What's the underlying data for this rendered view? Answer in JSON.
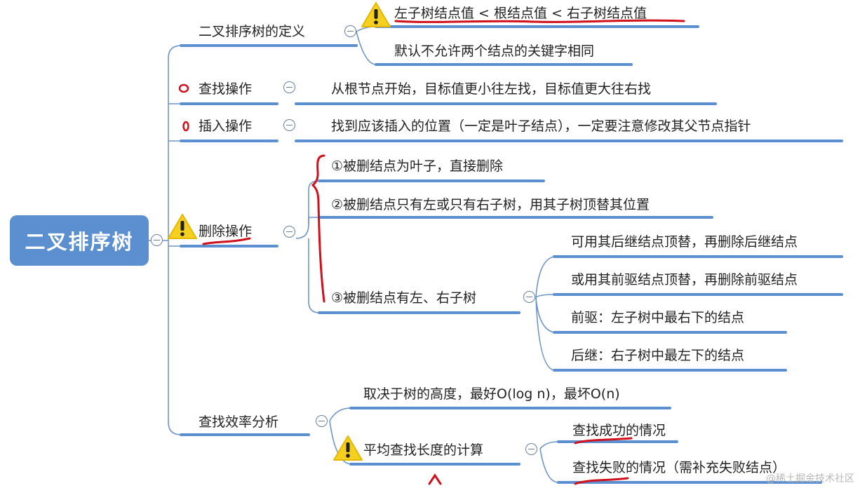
{
  "root": {
    "label": "二叉排序树"
  },
  "branches": {
    "definition": {
      "label": "二叉排序树的定义",
      "children": [
        "左子树结点值 < 根结点值 < 右子树结点值",
        "默认不允许两个结点的关键字相同"
      ]
    },
    "search": {
      "label": "查找操作",
      "children": [
        "从根节点开始，目标值更小往左找，目标值更大往右找"
      ]
    },
    "insert": {
      "label": "插入操作",
      "children": [
        "找到应该插入的位置（一定是叶子结点），一定要注意修改其父节点指针"
      ]
    },
    "delete": {
      "label": "删除操作",
      "children": [
        "①被删结点为叶子，直接删除",
        "②被删结点只有左或只有右子树，用其子树顶替其位置",
        "③被删结点有左、右子树"
      ],
      "case3_children": [
        "可用其后继结点顶替，再删除后继结点",
        "或用其前驱结点顶替，再删除前驱结点",
        "前驱：左子树中最右下的结点",
        "后继：右子树中最左下的结点"
      ]
    },
    "efficiency": {
      "label": "查找效率分析",
      "children": [
        "取决于树的高度，最好O(log n)，最坏O(n)",
        "平均查找长度的计算"
      ],
      "asl_children": [
        "查找成功的情况",
        "查找失败的情况（需补充失败结点）"
      ]
    }
  },
  "watermark": "@稀土掘金技术社区",
  "colors": {
    "root_fill": "#5b8fd0",
    "line": "#6f94c7",
    "underline": "#5b8fd0",
    "warn": "#f5d020",
    "pen": "#d0101a"
  }
}
